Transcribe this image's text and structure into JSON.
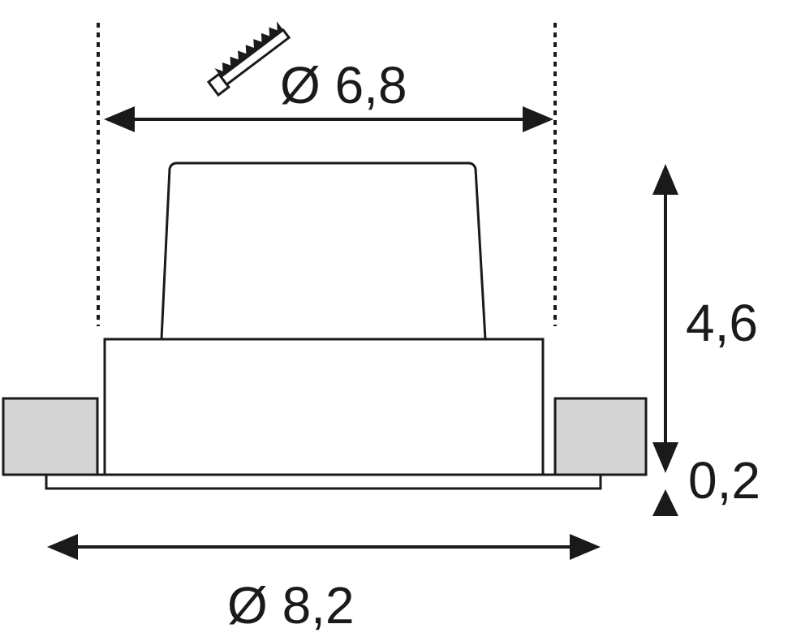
{
  "dimensions": {
    "cutout_diameter": "Ø 6,8",
    "flange_diameter": "Ø 8,2",
    "recess_depth": "4,6",
    "flange_thickness": "0,2"
  },
  "colors": {
    "line": "#1a1a1a",
    "ceiling_fill": "#d4d4d4",
    "background": "#ffffff"
  },
  "icons": {
    "cutout": "hole-saw-icon"
  }
}
